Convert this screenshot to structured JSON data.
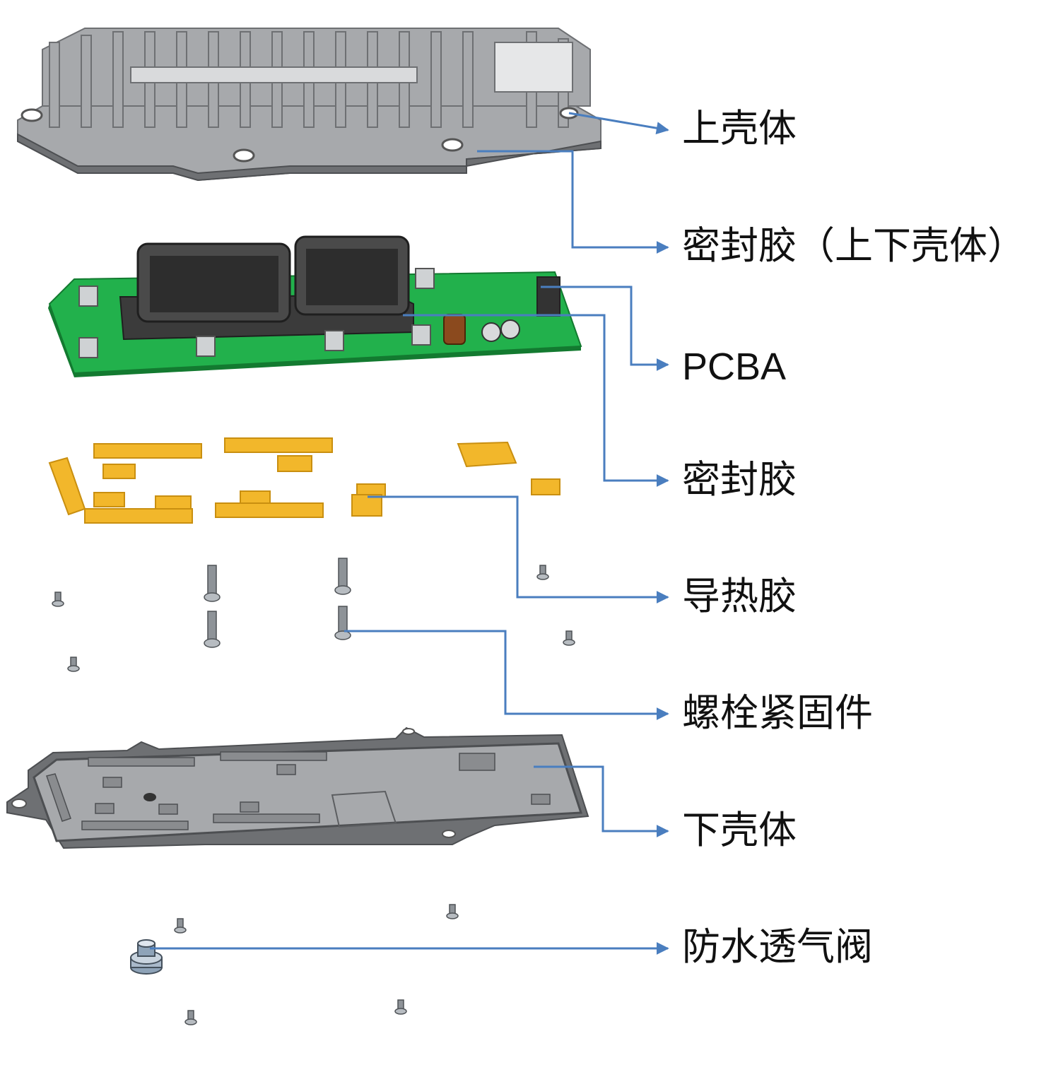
{
  "colors": {
    "leader": "#4a7ebf",
    "housing": "#a7a9ac",
    "housing_dark": "#6e7073",
    "pcb": "#22b14c",
    "pad": "#f2b72b",
    "pad_edge": "#c98f10",
    "connector": "#3b3b3b",
    "screw": "#8e9398"
  },
  "labels": [
    {
      "text": "上壳体"
    },
    {
      "text": "密封胶（上下壳体）"
    },
    {
      "text": "PCBA"
    },
    {
      "text": "密封胶"
    },
    {
      "text": "导热胶"
    },
    {
      "text": "螺栓紧固件"
    },
    {
      "text": "下壳体"
    },
    {
      "text": "防水透气阀"
    }
  ]
}
